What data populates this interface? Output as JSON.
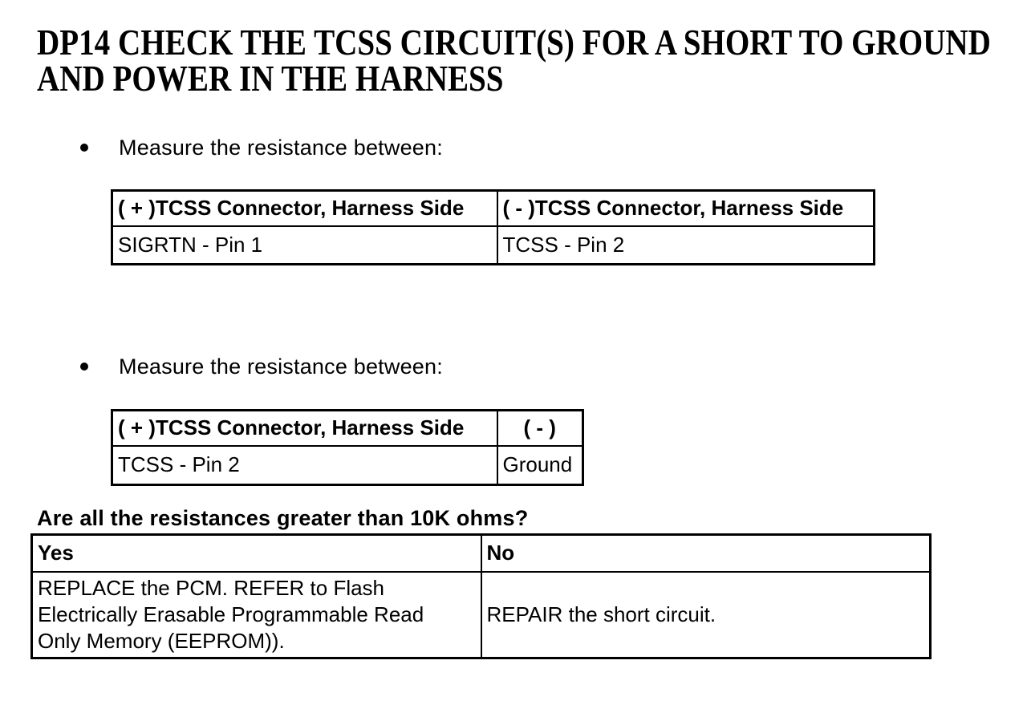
{
  "colors": {
    "background": "#ffffff",
    "text": "#000000",
    "border": "#000000"
  },
  "title": {
    "line1": "DP14 CHECK THE TCSS CIRCUIT(S) FOR A SHORT TO GROUND",
    "line2": "AND POWER IN THE HARNESS"
  },
  "steps": [
    {
      "bullet_text": "Measure the resistance between:"
    },
    {
      "bullet_text": "Measure the resistance between:"
    }
  ],
  "measure_table_1": {
    "headers": [
      "( + )TCSS Connector, Harness Side",
      "( - )TCSS Connector, Harness Side"
    ],
    "row": [
      "SIGRTN - Pin 1",
      "TCSS - Pin 2"
    ]
  },
  "measure_table_2": {
    "headers": [
      "( + )TCSS Connector, Harness Side",
      "( - )"
    ],
    "row": [
      "TCSS - Pin 2",
      "Ground"
    ]
  },
  "question": "Are all the resistances greater than 10K ohms?",
  "decision_table": {
    "headers": [
      "Yes",
      "No"
    ],
    "row": [
      "REPLACE the PCM. REFER to Flash Electrically Erasable Programmable Read Only Memory (EEPROM)).",
      "REPAIR the short circuit."
    ]
  }
}
